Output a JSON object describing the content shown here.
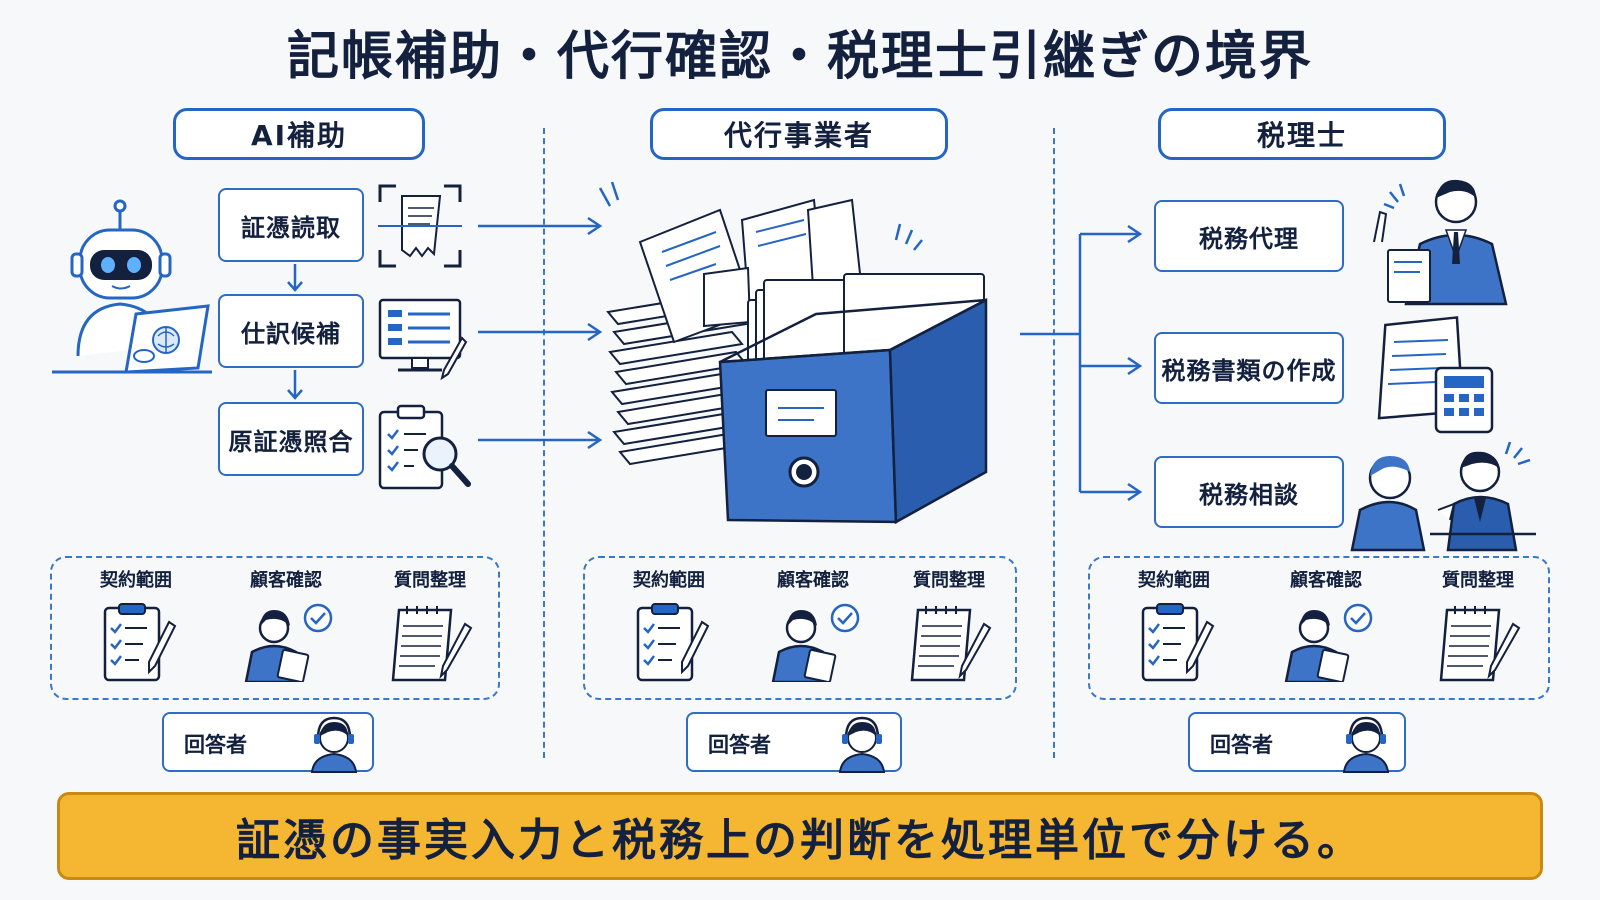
{
  "title": "記帳補助・代行確認・税理士引継ぎの境界",
  "columns": {
    "ai": {
      "header": "AI補助",
      "steps": [
        "証憑読取",
        "仕訳候補",
        "原証憑照合"
      ]
    },
    "agent": {
      "header": "代行事業者"
    },
    "tax": {
      "header": "税理士",
      "items": [
        "税務代理",
        "税務書類の作成",
        "税務相談"
      ]
    }
  },
  "checks": {
    "labels": [
      "契約範囲",
      "顧客確認",
      "質問整理"
    ],
    "icons": [
      "clipboard-checklist-icon",
      "customer-check-icon",
      "notepad-pen-icon"
    ]
  },
  "responder_label": "回答者",
  "banner": "証憑の事実入力と税務上の判断を処理単位で分ける。",
  "colors": {
    "accent": "#2566c4",
    "banner": "#f5b731",
    "text": "#13213f"
  }
}
